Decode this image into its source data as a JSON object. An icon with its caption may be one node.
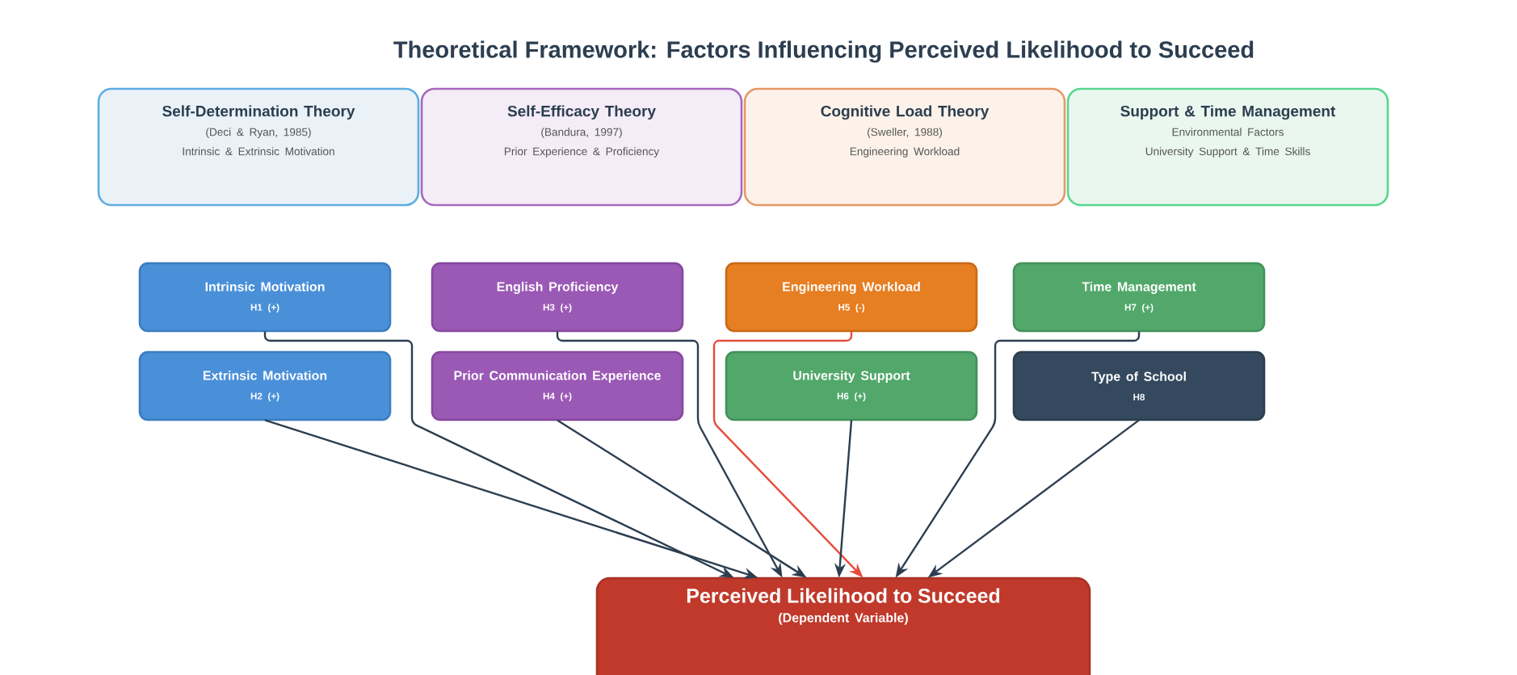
{
  "diagram": {
    "title": "Theoretical Framework: Factors Influencing Perceived Likelihood to Succeed",
    "nodes": [
      {
        "text": [
          "Self-Determination Theory",
          "(Deci & Ryan, 1985)",
          "Intrinsic & Extrinsic Motivation"
        ]
      },
      {
        "text": [
          "Self-Efficacy Theory",
          "(Bandura, 1997)",
          "Prior Experience & Proficiency"
        ]
      },
      {
        "text": [
          "Cognitive Load Theory",
          "(Sweller, 1988)",
          "Engineering Workload"
        ]
      },
      {
        "text": [
          "Support & Time Management",
          "Environmental Factors",
          "University Support & Time Skills"
        ]
      },
      {
        "text": [
          "Intrinsic Motivation",
          "H1 (+)"
        ]
      },
      {
        "text": [
          "English Proficiency",
          "H3 (+)"
        ]
      },
      {
        "text": [
          "Engineering Workload",
          "H5 (-)"
        ]
      },
      {
        "text": [
          "Time Management",
          "H7 (+)"
        ]
      },
      {
        "text": [
          "Extrinsic Motivation",
          "H2 (+)"
        ]
      },
      {
        "text": [
          "Prior Communication Experience",
          "H4 (+)"
        ]
      },
      {
        "text": [
          "University Support",
          "H6 (+)"
        ]
      },
      {
        "text": [
          "Type of School",
          "H8"
        ]
      },
      {
        "text": [
          "Perceived Likelihood to Succeed",
          "(Dependent Variable)"
        ]
      }
    ],
    "edges": [
      {
        "from": 4,
        "to": 12,
        "arrow": "to"
      },
      {
        "from": 8,
        "to": 12,
        "arrow": "to"
      },
      {
        "from": 5,
        "to": 12,
        "arrow": "to"
      },
      {
        "from": 9,
        "to": 12,
        "arrow": "to"
      },
      {
        "from": 6,
        "to": 12,
        "arrow": "to",
        "color": "#e74c3c"
      },
      {
        "from": 10,
        "to": 12,
        "arrow": "to"
      },
      {
        "from": 7,
        "to": 12,
        "arrow": "to"
      },
      {
        "from": 11,
        "to": 12,
        "arrow": "to"
      }
    ]
  }
}
